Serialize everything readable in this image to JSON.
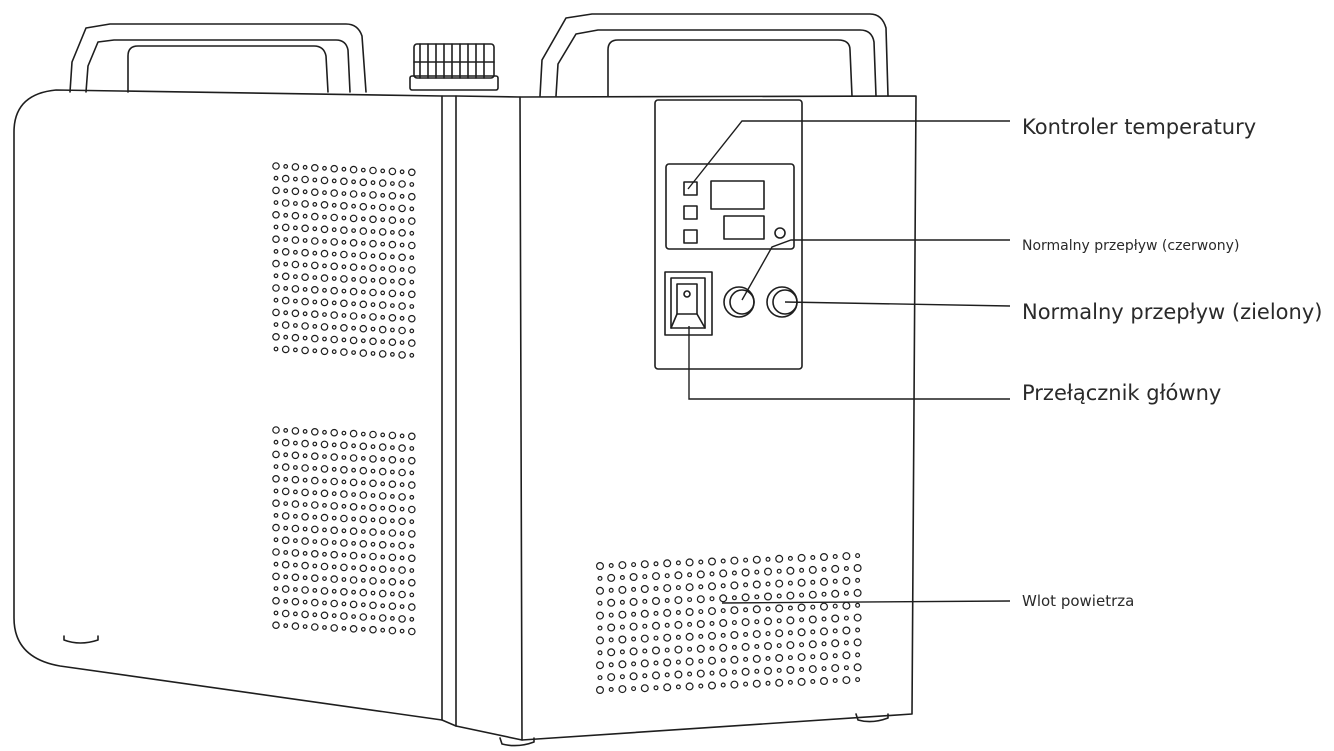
{
  "diagram": {
    "callouts": {
      "temperature_controller": "Kontroler  temperatury",
      "normal_flow_red": "Normalny  przepływ  (czerwony)",
      "normal_flow_green": "Normalny  przepływ  (zielony)",
      "main_switch": "Przełącznik  główny",
      "air_inlet": "Wlot powietrza"
    }
  }
}
